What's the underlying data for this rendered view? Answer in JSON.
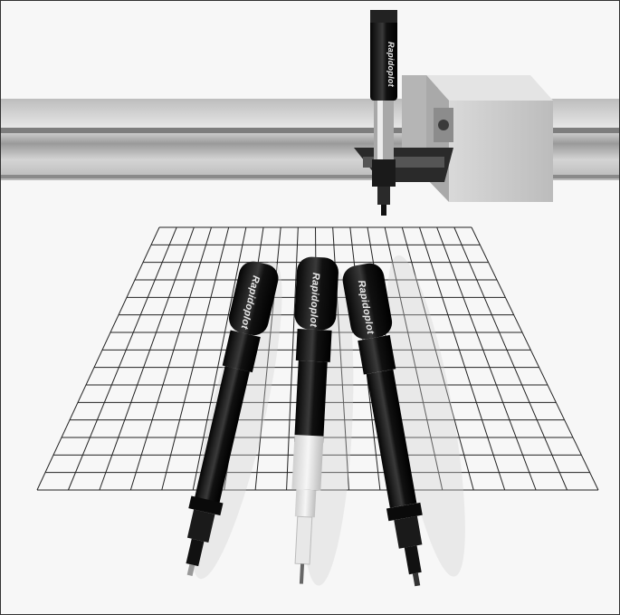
{
  "photo": {
    "subject": "pen plotter with three technical plotter pens",
    "pen_brand_label": "Rapidoplot",
    "pens_shown": 4,
    "colors": {
      "background": "#f7f7f7",
      "rail": "#cfcfcf",
      "pen_body": "#141414",
      "pen_translucent": "#e2e2e2",
      "grid_lines": "#222222"
    }
  }
}
